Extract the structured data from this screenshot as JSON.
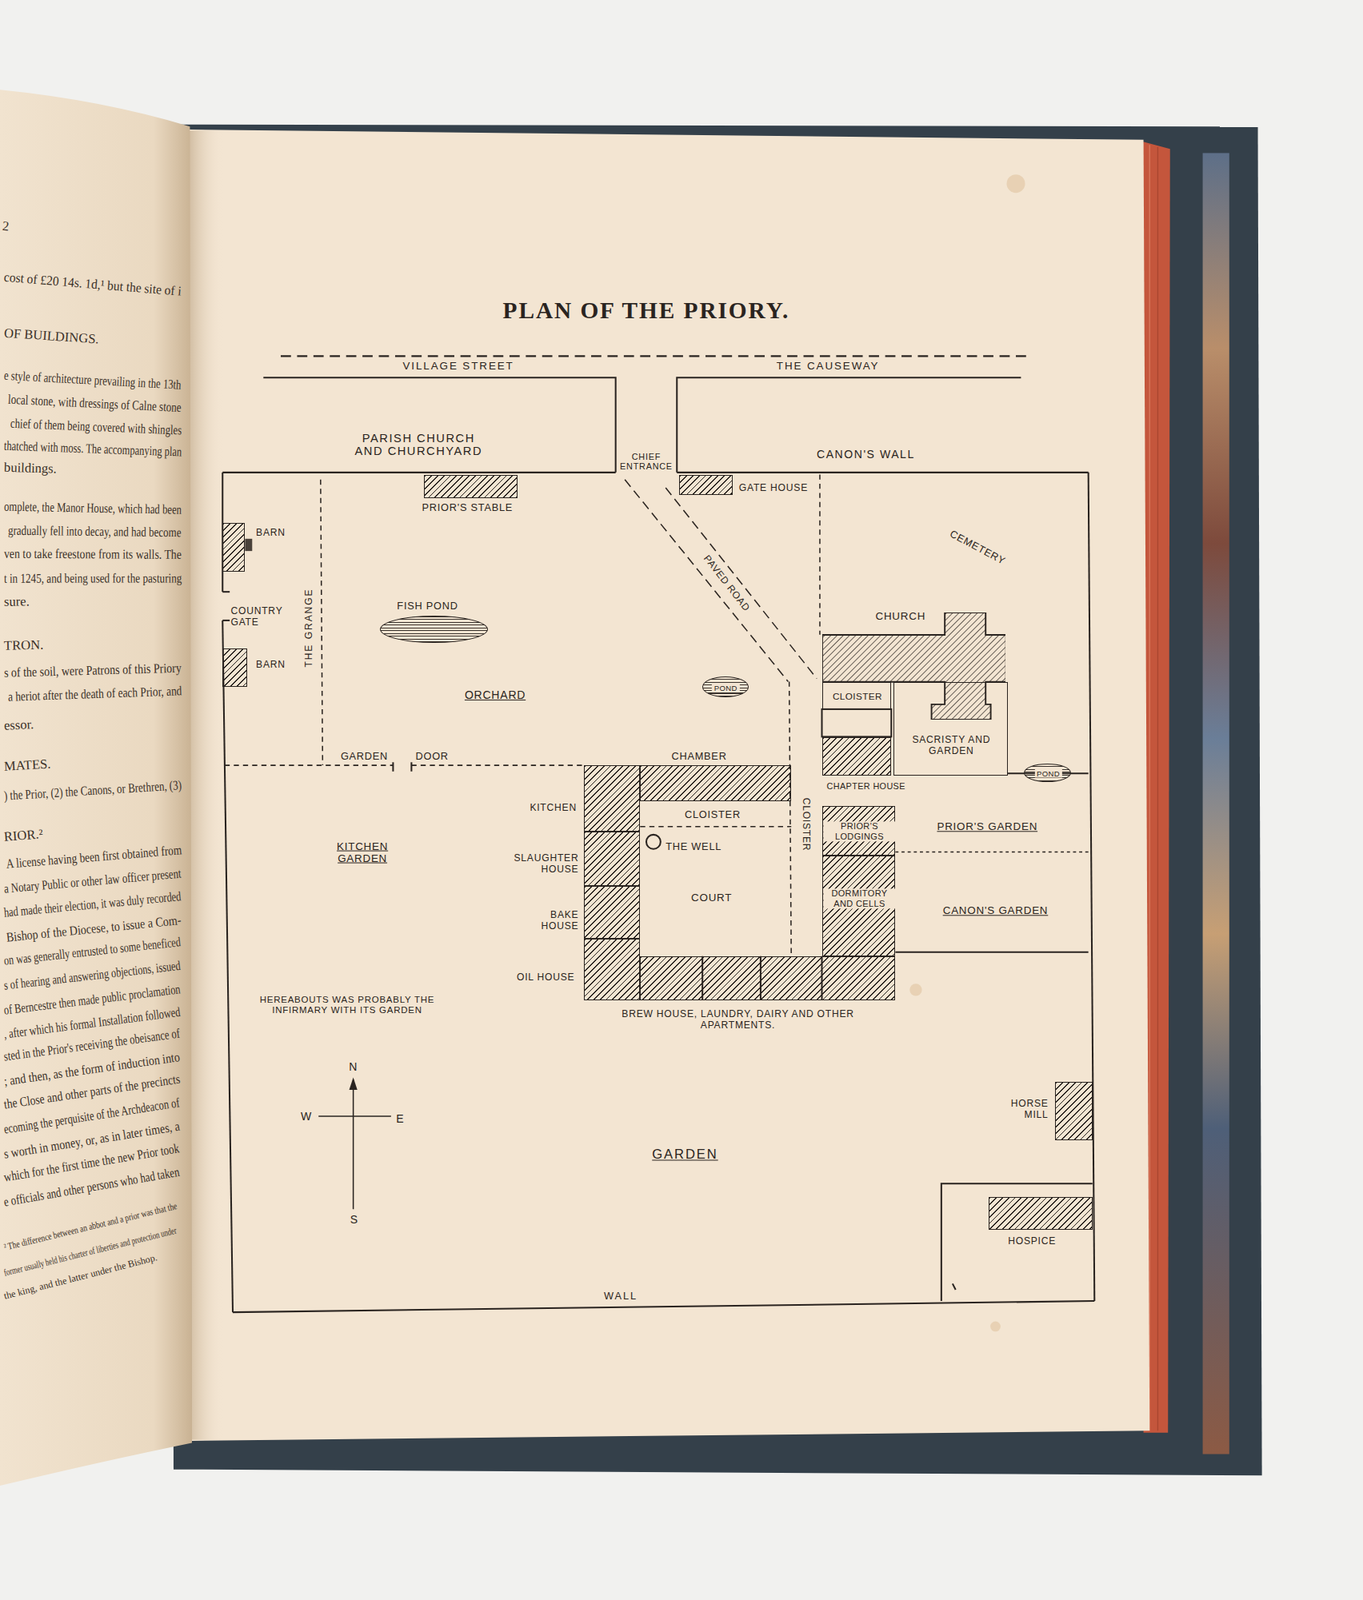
{
  "diagram": {
    "title": "PLAN OF THE PRIORY.",
    "nodes": [
      {
        "text": [
          "PRIOR'S STABLE"
        ]
      },
      {
        "text": [
          "GATE HOUSE"
        ]
      },
      {
        "text": [
          "BARN"
        ]
      },
      {
        "text": [
          "BARN"
        ]
      },
      {
        "text": [
          "FISH POND"
        ]
      },
      {
        "text": [
          "POND"
        ]
      },
      {
        "text": [
          "CHURCH"
        ]
      },
      {
        "text": [
          "CLOISTER"
        ]
      },
      {
        "text": [
          "SACRISTY AND GARDEN"
        ]
      },
      {
        "text": [
          "CHAPTER HOUSE"
        ]
      },
      {
        "text": [
          "CHAMBER"
        ]
      },
      {
        "text": [
          "KITCHEN"
        ]
      },
      {
        "text": [
          "SLAUGHTER HOUSE"
        ]
      },
      {
        "text": [
          "BAKE HOUSE"
        ]
      },
      {
        "text": [
          "OIL HOUSE"
        ]
      },
      {
        "text": [
          "BREW HOUSE, LAUNDRY, DAIRY AND OTHER APARTMENTS."
        ]
      },
      {
        "text": [
          "PRIOR'S LODGINGS"
        ]
      },
      {
        "text": [
          "DORMITORY AND CELLS"
        ]
      },
      {
        "text": [
          "CLOISTER",
          "THE WELL",
          "COURT"
        ]
      },
      {
        "text": [
          "POND"
        ]
      },
      {
        "text": [
          "HORSE MILL"
        ]
      },
      {
        "text": [
          "HOSPICE"
        ]
      }
    ],
    "labels": [
      "VILLAGE STREET",
      "THE CAUSEWAY",
      "PARISH CHURCH AND CHURCHYARD",
      "CHIEF ENTRANCE",
      "CANON'S WALL",
      "CEMETERY",
      "COUNTRY GATE",
      "THE GRANGE",
      "PAVED ROAD",
      "ORCHARD",
      "GARDEN",
      "DOOR",
      "KITCHEN GARDEN",
      "CLOISTER",
      "PRIOR'S GARDEN",
      "CANON'S GARDEN",
      "HEREABOUTS WAS PROBABLY THE INFIRMARY WITH ITS GARDEN",
      "N",
      "W",
      "E",
      "S",
      "GARDEN",
      "WALL",
      "2",
      "cost of £20 14s. 1d,¹ but the site of i",
      "OF BUILDINGS.",
      "e style of architecture prevailing in the 13th",
      "local stone, with dressings of Calne stone",
      "chief of them being covered with shingles",
      "thatched with moss. The accompanying plan",
      "buildings.",
      "omplete, the Manor House, which had been",
      "gradually fell into decay, and had become",
      "ven to take freestone from its walls. The",
      "t in 1245, and being used for the pasturing",
      "sure.",
      "TRON.",
      "s of the soil, were Patrons of this Priory",
      "a heriot after the death of each Prior, and",
      "essor.",
      "MATES.",
      ") the Prior, (2) the Canons, or Brethren, (3)",
      "RIOR.²",
      "A license having been first obtained from",
      "a Notary Public or other law officer present",
      "had made their election, it was duly recorded",
      "Bishop of the Diocese, to issue a Com-",
      "on was generally entrusted to some beneficed",
      "s of hearing and answering objections, issued",
      "of Berncestre then made public proclamation",
      ", after which his formal Installation followed",
      "sted in the Prior's receiving the obeisance of",
      "; and then, as the form of induction into",
      "the Close and other parts of the precincts",
      "ecoming the perquisite of the Archdeacon of",
      "s worth in money, or, as in later times, a",
      "which for the first time the new Prior took",
      "e officials and other persons who had taken",
      "² The difference between an abbot and a prior was that the",
      "former usually held his charter of liberties and protection under",
      "the king, and the latter under the Bishop."
    ]
  }
}
